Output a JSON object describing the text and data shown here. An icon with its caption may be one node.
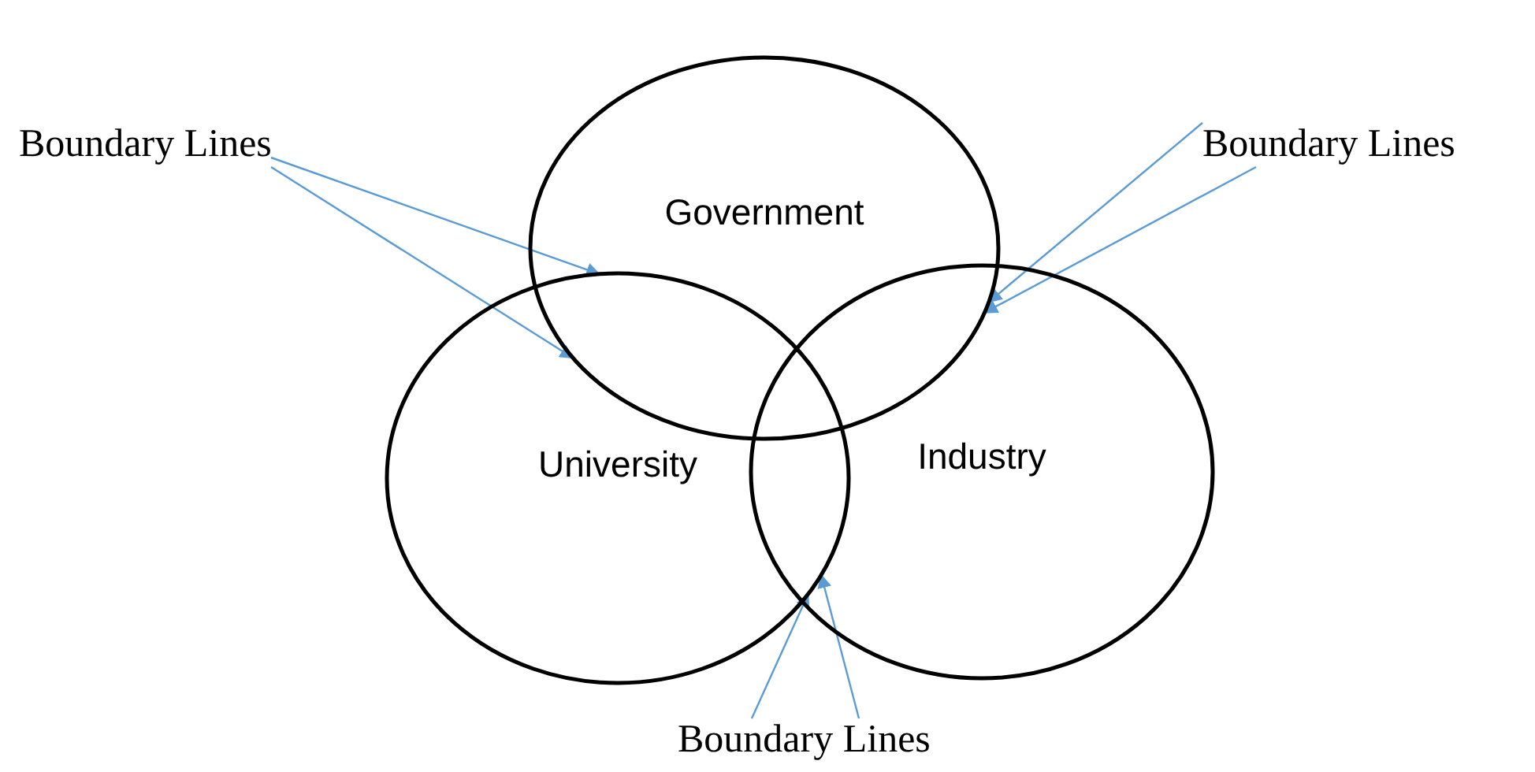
{
  "diagram": {
    "nodes": [
      {
        "text": [
          "Government"
        ]
      },
      {
        "text": [
          "University"
        ]
      },
      {
        "text": [
          "Industry"
        ]
      },
      {
        "text": [
          "Boundary Lines"
        ]
      },
      {
        "text": [
          "Boundary Lines"
        ]
      },
      {
        "text": [
          "Boundary Lines"
        ]
      }
    ],
    "edges": [
      {
        "from": 3,
        "to": 1,
        "arrow": "to"
      },
      {
        "from": 3,
        "to": 0,
        "arrow": "to"
      },
      {
        "from": 4,
        "to": 0,
        "arrow": "to"
      },
      {
        "from": 4,
        "to": 0,
        "arrow": "to"
      },
      {
        "from": 5,
        "to": 1,
        "arrow": "to"
      },
      {
        "from": 5,
        "to": 1,
        "arrow": "to"
      }
    ]
  }
}
